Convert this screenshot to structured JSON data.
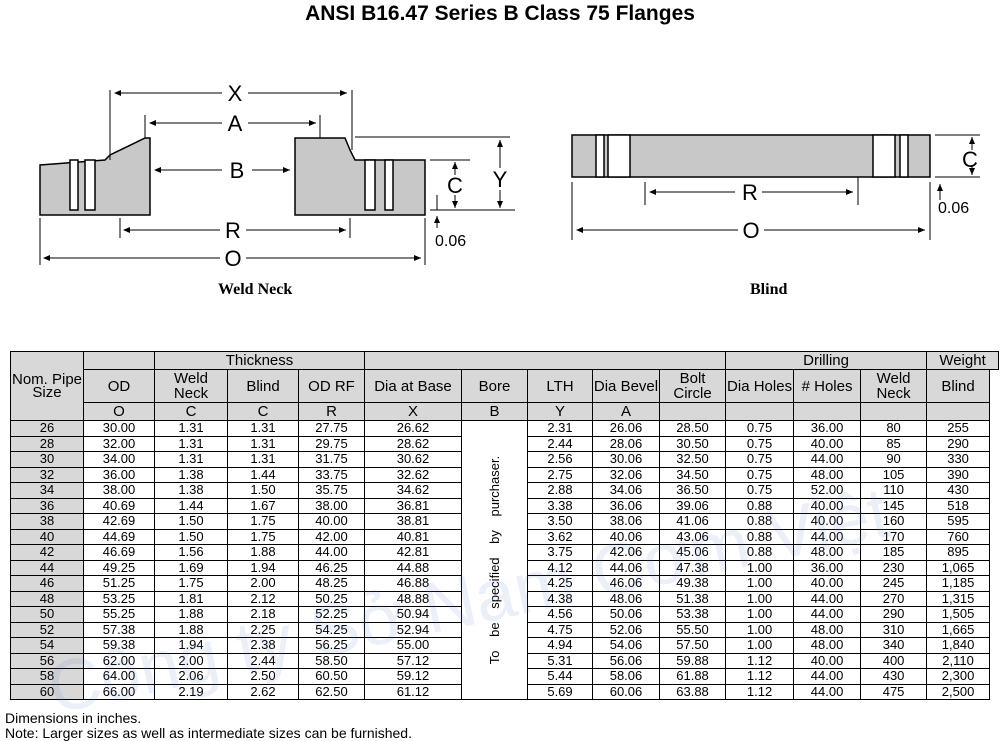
{
  "title": "ANSI B16.47 Series B Class 75 Flanges",
  "diagram": {
    "weld_neck_caption": "Weld Neck",
    "blind_caption": "Blind",
    "labels": {
      "x": "X",
      "a": "A",
      "b": "B",
      "c": "C",
      "y": "Y",
      "r": "R",
      "o": "O",
      "raised": "0.06"
    }
  },
  "table": {
    "header": {
      "nom_pipe_size": "Nom. Pipe Size",
      "thickness": "Thickness",
      "drilling": "Drilling",
      "weight": "Weight",
      "od": "OD",
      "weld_neck": "Weld Neck",
      "blind": "Blind",
      "od_rf": "OD RF",
      "dia_at_base": "Dia at Base",
      "bore": "Bore",
      "lth": "LTH",
      "dia_bevel": "Dia Bevel",
      "bolt_circle": "Bolt Circle",
      "dia_holes": "Dia Holes",
      "num_holes": "# Holes",
      "w_weld_neck": "Weld Neck",
      "w_blind": "Blind",
      "sym": {
        "od": "O",
        "c1": "C",
        "c2": "C",
        "r": "R",
        "x": "X",
        "b": "B",
        "y": "Y",
        "a": "A"
      }
    },
    "bore_note": "To be specified by purchaser.",
    "rows": [
      [
        "26",
        "30.00",
        "1.31",
        "1.31",
        "27.75",
        "26.62",
        "2.31",
        "26.06",
        "28.50",
        "0.75",
        "36.00",
        "80",
        "255"
      ],
      [
        "28",
        "32.00",
        "1.31",
        "1.31",
        "29.75",
        "28.62",
        "2.44",
        "28.06",
        "30.50",
        "0.75",
        "40.00",
        "85",
        "290"
      ],
      [
        "30",
        "34.00",
        "1.31",
        "1.31",
        "31.75",
        "30.62",
        "2.56",
        "30.06",
        "32.50",
        "0.75",
        "44.00",
        "90",
        "330"
      ],
      [
        "32",
        "36.00",
        "1.38",
        "1.44",
        "33.75",
        "32.62",
        "2.75",
        "32.06",
        "34.50",
        "0.75",
        "48.00",
        "105",
        "390"
      ],
      [
        "34",
        "38.00",
        "1.38",
        "1.50",
        "35.75",
        "34.62",
        "2.88",
        "34.06",
        "36.50",
        "0.75",
        "52.00",
        "110",
        "430"
      ],
      [
        "36",
        "40.69",
        "1.44",
        "1.67",
        "38.00",
        "36.81",
        "3.38",
        "36.06",
        "39.06",
        "0.88",
        "40.00",
        "145",
        "518"
      ],
      [
        "38",
        "42.69",
        "1.50",
        "1.75",
        "40.00",
        "38.81",
        "3.50",
        "38.06",
        "41.06",
        "0.88",
        "40.00",
        "160",
        "595"
      ],
      [
        "40",
        "44.69",
        "1.50",
        "1.75",
        "42.00",
        "40.81",
        "3.62",
        "40.06",
        "43.06",
        "0.88",
        "44.00",
        "170",
        "760"
      ],
      [
        "42",
        "46.69",
        "1.56",
        "1.88",
        "44.00",
        "42.81",
        "3.75",
        "42.06",
        "45.06",
        "0.88",
        "48.00",
        "185",
        "895"
      ],
      [
        "44",
        "49.25",
        "1.69",
        "1.94",
        "46.25",
        "44.88",
        "4.12",
        "44.06",
        "47.38",
        "1.00",
        "36.00",
        "230",
        "1,065"
      ],
      [
        "46",
        "51.25",
        "1.75",
        "2.00",
        "48.25",
        "46.88",
        "4.25",
        "46.06",
        "49.38",
        "1.00",
        "40.00",
        "245",
        "1,185"
      ],
      [
        "48",
        "53.25",
        "1.81",
        "2.12",
        "50.25",
        "48.88",
        "4.38",
        "48.06",
        "51.38",
        "1.00",
        "44.00",
        "270",
        "1,315"
      ],
      [
        "50",
        "55.25",
        "1.88",
        "2.18",
        "52.25",
        "50.94",
        "4.56",
        "50.06",
        "53.38",
        "1.00",
        "44.00",
        "290",
        "1,505"
      ],
      [
        "52",
        "57.38",
        "1.88",
        "2.25",
        "54.25",
        "52.94",
        "4.75",
        "52.06",
        "55.50",
        "1.00",
        "48.00",
        "310",
        "1,665"
      ],
      [
        "54",
        "59.38",
        "1.94",
        "2.38",
        "56.25",
        "55.00",
        "4.94",
        "54.06",
        "57.50",
        "1.00",
        "48.00",
        "340",
        "1,840"
      ],
      [
        "56",
        "62.00",
        "2.00",
        "2.44",
        "58.50",
        "57.12",
        "5.31",
        "56.06",
        "59.88",
        "1.12",
        "40.00",
        "400",
        "2,110"
      ],
      [
        "58",
        "64.00",
        "2.06",
        "2.50",
        "60.50",
        "59.12",
        "5.44",
        "58.06",
        "61.88",
        "1.12",
        "44.00",
        "430",
        "2,300"
      ],
      [
        "60",
        "66.00",
        "2.19",
        "2.62",
        "62.50",
        "61.12",
        "5.69",
        "60.06",
        "63.88",
        "1.12",
        "44.00",
        "475",
        "2,500"
      ]
    ]
  },
  "notes": {
    "line1": "Dimensions in inches.",
    "line2": "Note: Larger sizes as well as intermediate sizes can be furnished."
  },
  "watermark": "Công ty Sở Nam Cơm Việt"
}
